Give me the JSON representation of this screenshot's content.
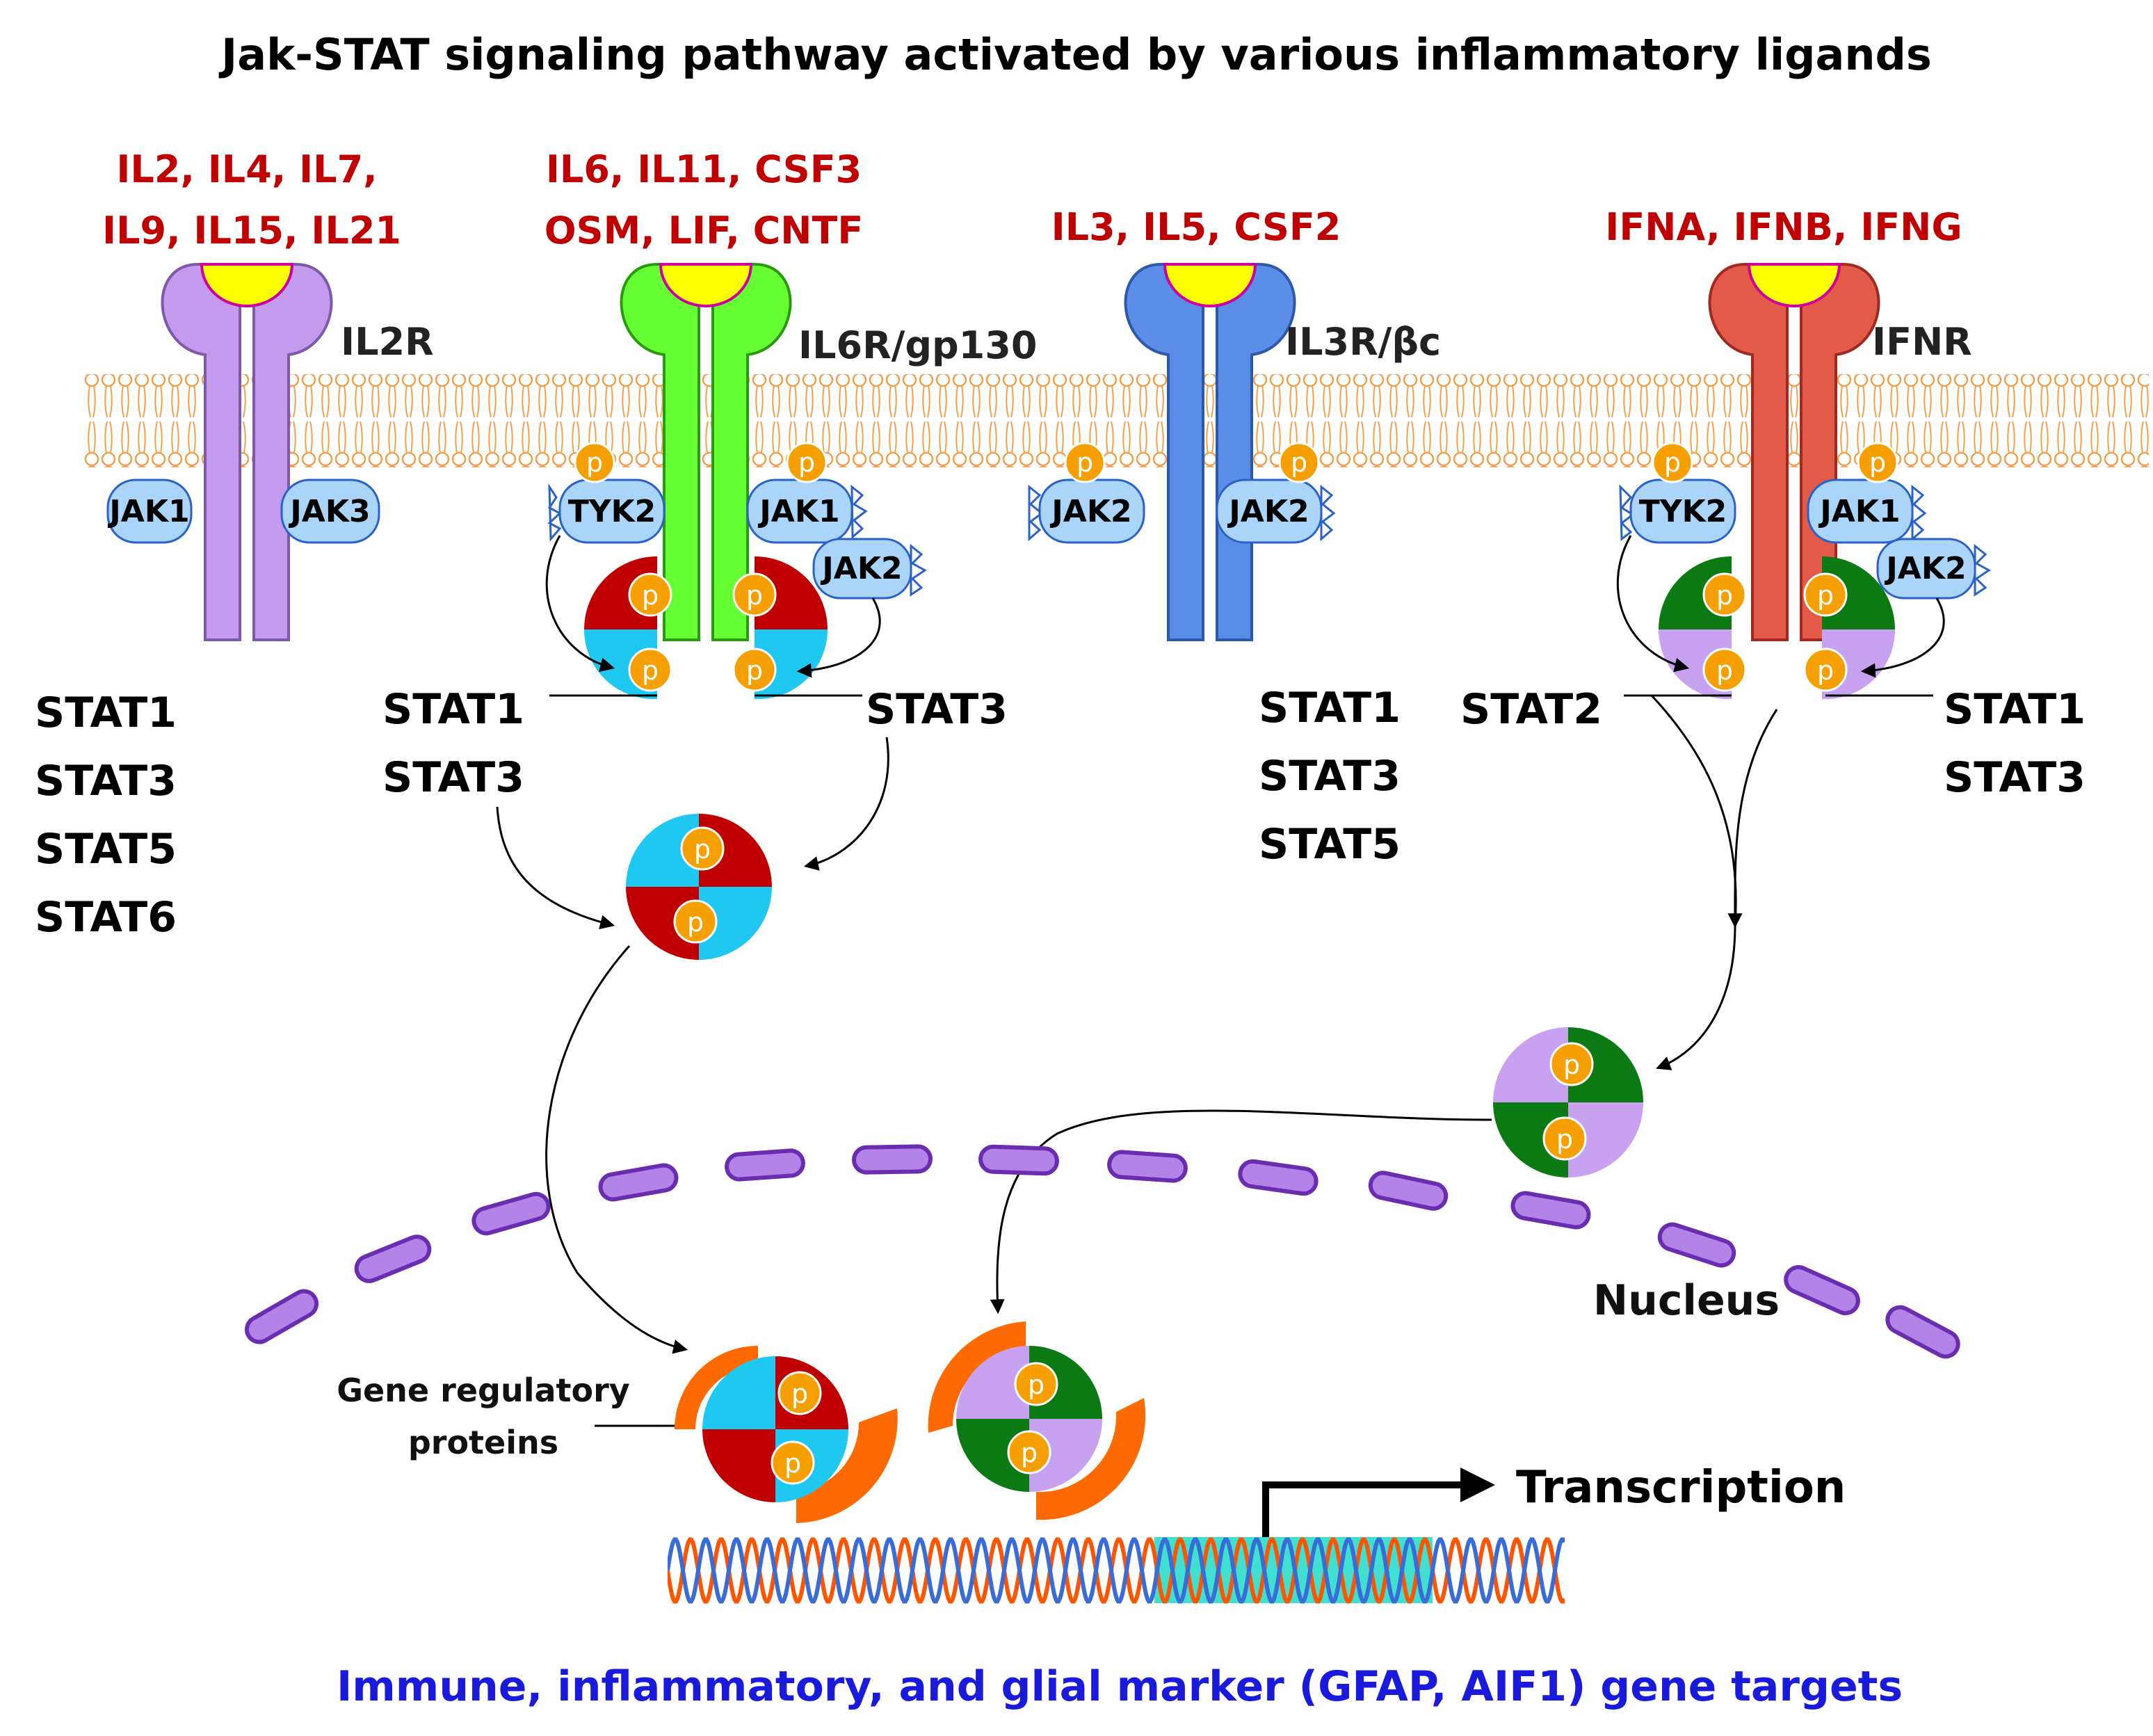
{
  "title": "Jak-STAT signaling pathway activated by various inflammatory ligands",
  "colors": {
    "ligand_text": "#c00000",
    "ligand_ball": "#ffff00",
    "il2r": "#c49aee",
    "il6r": "#66ff33",
    "il3r": "#5a8de8",
    "ifnr": "#e45a48",
    "jak": "#aad4f8",
    "phospho": "#f5a000",
    "stat_red": "#c00000",
    "stat_cyan": "#1ec8f0",
    "stat_green": "#0b7a12",
    "stat_lilac": "#c8a2f0",
    "nucleus": "#b383e8",
    "grp": "#ff6a00",
    "dna1": "#ff5500",
    "dna2": "#3a6cd8",
    "promoter": "#40e0d0",
    "targets_text": "#1a1adc"
  },
  "receptors": [
    {
      "ligand_lines": [
        "IL2, IL4, IL7,",
        "IL9, IL15, IL21"
      ],
      "name": "IL2R",
      "kinases": [
        "JAK1",
        "JAK3"
      ],
      "stats": [
        "STAT1",
        "STAT3",
        "STAT5",
        "STAT6"
      ]
    },
    {
      "ligand_lines": [
        "IL6, IL11, CSF3",
        "OSM, LIF, CNTF"
      ],
      "name": "IL6R/gp130",
      "kinases": [
        "TYK2",
        "JAK1",
        "JAK2"
      ],
      "stats_left": [
        "STAT1",
        "STAT3"
      ],
      "stats_right": [
        "STAT3"
      ]
    },
    {
      "ligand_lines": [
        "IL3, IL5, CSF2"
      ],
      "name": "IL3R/βc",
      "kinases": [
        "JAK2",
        "JAK2"
      ],
      "stats": [
        "STAT1",
        "STAT3",
        "STAT5"
      ]
    },
    {
      "ligand_lines": [
        "IFNA, IFNB, IFNG"
      ],
      "name": "IFNR",
      "kinases": [
        "TYK2",
        "JAK1",
        "JAK2"
      ],
      "stats_left": [
        "STAT2"
      ],
      "stats_right": [
        "STAT1",
        "STAT3"
      ]
    }
  ],
  "phospho_label": "p",
  "nucleus_label": "Nucleus",
  "gene_regulatory_lines": [
    "Gene regulatory",
    "proteins"
  ],
  "transcription_label": "Transcription",
  "targets_label": "Immune, inflammatory, and glial marker (GFAP, AIF1) gene targets"
}
